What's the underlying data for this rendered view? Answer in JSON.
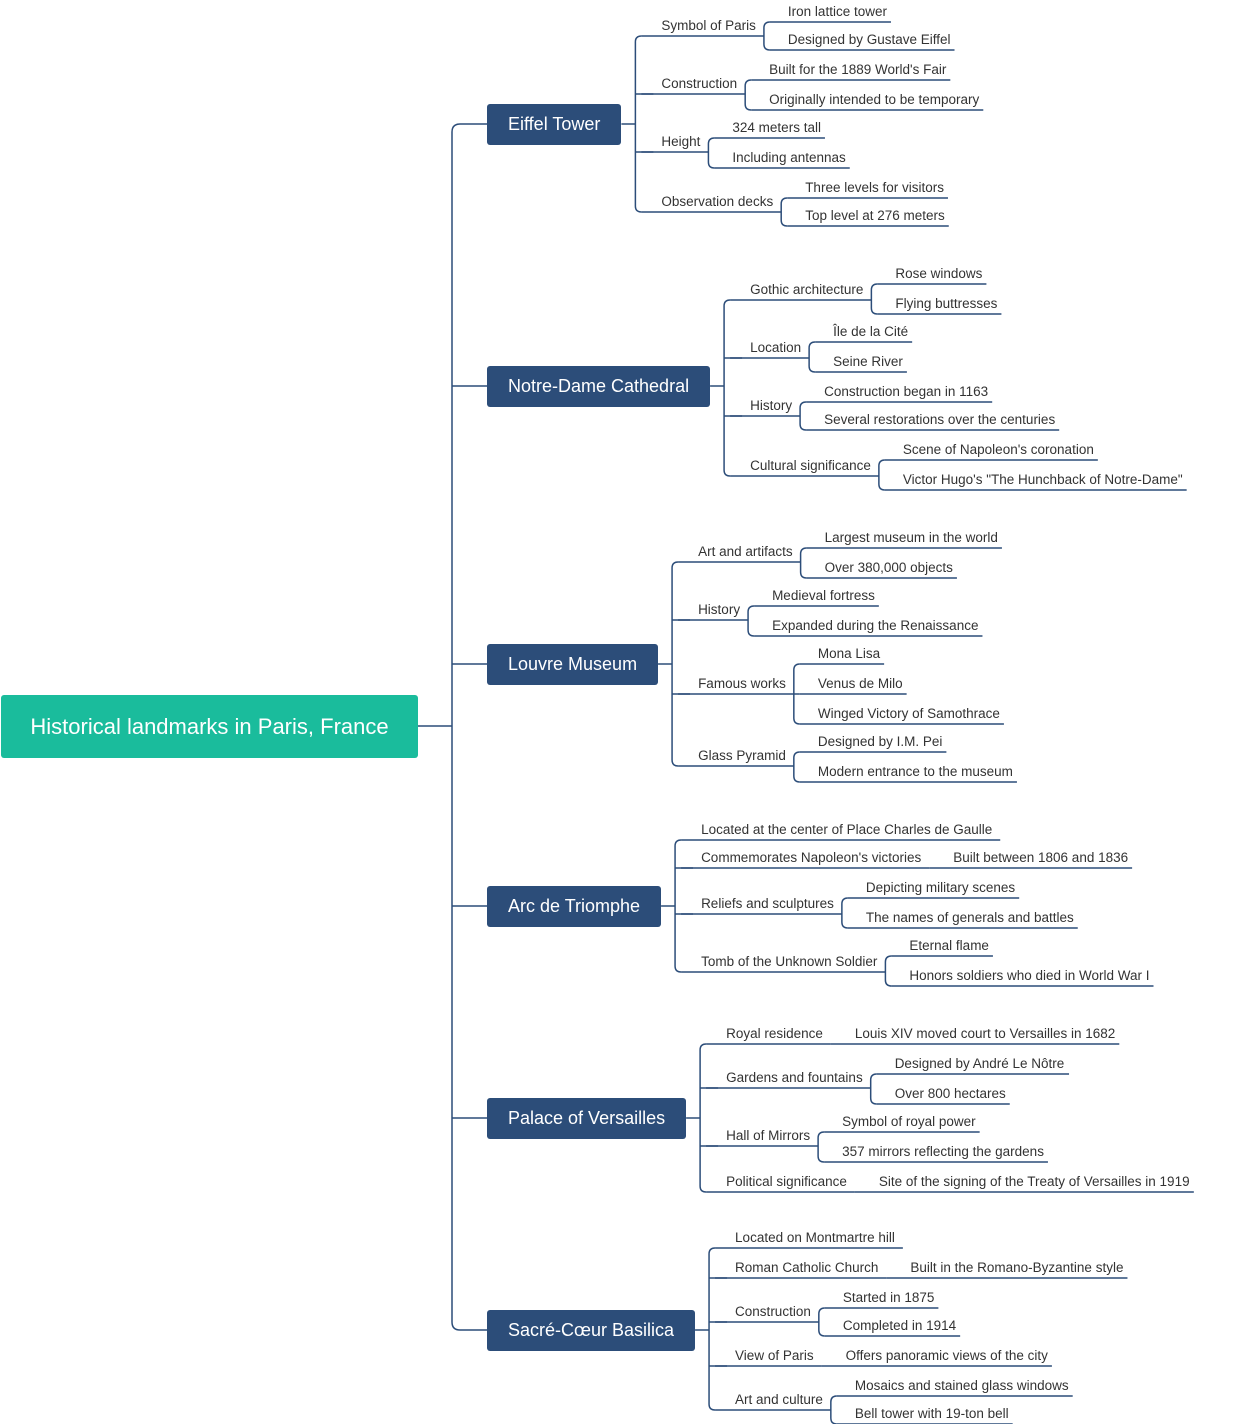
{
  "root": "Historical landmarks in Paris, France",
  "colors": {
    "root": "#1abc9c",
    "main": "#2c4d79",
    "line": "#2c4d79",
    "text": "#333333"
  },
  "topics": [
    {
      "label": "Eiffel Tower",
      "children": [
        {
          "label": "Symbol of Paris",
          "children": [
            {
              "label": "Iron lattice tower"
            },
            {
              "label": "Designed by Gustave Eiffel"
            }
          ]
        },
        {
          "label": "Construction",
          "children": [
            {
              "label": "Built for the 1889 World's Fair"
            },
            {
              "label": "Originally intended to be temporary"
            }
          ]
        },
        {
          "label": "Height",
          "children": [
            {
              "label": "324 meters tall"
            },
            {
              "label": "Including antennas"
            }
          ]
        },
        {
          "label": "Observation decks",
          "children": [
            {
              "label": "Three levels for visitors"
            },
            {
              "label": "Top level at 276 meters"
            }
          ]
        }
      ]
    },
    {
      "label": "Notre-Dame Cathedral",
      "children": [
        {
          "label": "Gothic architecture",
          "children": [
            {
              "label": "Rose windows"
            },
            {
              "label": "Flying buttresses"
            }
          ]
        },
        {
          "label": "Location",
          "children": [
            {
              "label": "Île de la Cité"
            },
            {
              "label": "Seine River"
            }
          ]
        },
        {
          "label": "History",
          "children": [
            {
              "label": "Construction began in 1163"
            },
            {
              "label": "Several restorations over the centuries"
            }
          ]
        },
        {
          "label": "Cultural significance",
          "children": [
            {
              "label": "Scene of Napoleon's coronation"
            },
            {
              "label": "Victor Hugo's \"The Hunchback of Notre-Dame\""
            }
          ]
        }
      ]
    },
    {
      "label": "Louvre Museum",
      "children": [
        {
          "label": "Art and artifacts",
          "children": [
            {
              "label": "Largest museum in the world"
            },
            {
              "label": "Over 380,000 objects"
            }
          ]
        },
        {
          "label": "History",
          "children": [
            {
              "label": "Medieval fortress"
            },
            {
              "label": "Expanded during the Renaissance"
            }
          ]
        },
        {
          "label": "Famous works",
          "children": [
            {
              "label": "Mona Lisa"
            },
            {
              "label": "Venus de Milo"
            },
            {
              "label": "Winged Victory of Samothrace"
            }
          ]
        },
        {
          "label": "Glass Pyramid",
          "children": [
            {
              "label": "Designed by I.M. Pei"
            },
            {
              "label": "Modern entrance to the museum"
            }
          ]
        }
      ]
    },
    {
      "label": "Arc de Triomphe",
      "children": [
        {
          "label": "Located at the center of Place Charles de Gaulle",
          "children": []
        },
        {
          "label": "Commemorates Napoleon's victories",
          "children": [
            {
              "label": "Built between 1806 and 1836"
            }
          ]
        },
        {
          "label": "Reliefs and sculptures",
          "children": [
            {
              "label": "Depicting military scenes"
            },
            {
              "label": "The names of generals and battles"
            }
          ]
        },
        {
          "label": "Tomb of the Unknown Soldier",
          "children": [
            {
              "label": "Eternal flame"
            },
            {
              "label": "Honors soldiers who died in World War I"
            }
          ]
        }
      ]
    },
    {
      "label": "Palace of Versailles",
      "children": [
        {
          "label": "Royal residence",
          "children": [
            {
              "label": "Louis XIV moved court to Versailles in 1682"
            }
          ]
        },
        {
          "label": "Gardens and fountains",
          "children": [
            {
              "label": "Designed by André Le Nôtre"
            },
            {
              "label": "Over 800 hectares"
            }
          ]
        },
        {
          "label": "Hall of Mirrors",
          "children": [
            {
              "label": "Symbol of royal power"
            },
            {
              "label": "357 mirrors reflecting the gardens"
            }
          ]
        },
        {
          "label": "Political significance",
          "children": [
            {
              "label": "Site of the signing of the Treaty of Versailles in 1919"
            }
          ]
        }
      ]
    },
    {
      "label": "Sacré-Cœur Basilica",
      "children": [
        {
          "label": "Located on Montmartre hill",
          "children": []
        },
        {
          "label": "Roman Catholic Church",
          "children": [
            {
              "label": "Built in the Romano-Byzantine style"
            }
          ]
        },
        {
          "label": "Construction",
          "children": [
            {
              "label": "Started in 1875"
            },
            {
              "label": "Completed in 1914"
            }
          ]
        },
        {
          "label": "View of Paris",
          "children": [
            {
              "label": "Offers panoramic views of the city"
            }
          ]
        },
        {
          "label": "Art and culture",
          "children": [
            {
              "label": "Mosaics and stained glass windows"
            },
            {
              "label": "Bell tower with 19-ton bell"
            }
          ]
        }
      ]
    }
  ]
}
